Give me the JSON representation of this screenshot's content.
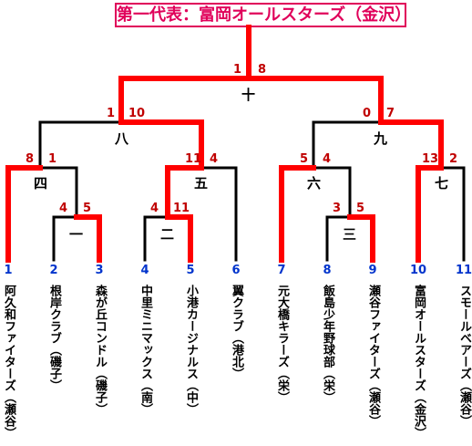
{
  "title": "第一代表：富岡オールスターズ（金沢）",
  "rounds": {
    "r1": "一",
    "r2": "二",
    "r3": "三",
    "q1": "四",
    "q2": "五",
    "q3": "六",
    "q4": "七",
    "s1": "八",
    "s2": "九",
    "final": "十"
  },
  "scores": {
    "m1_a": "4",
    "m1_b": "5",
    "m2_a": "4",
    "m2_b": "11",
    "m3_a": "3",
    "m3_b": "5",
    "m4_a": "8",
    "m4_b": "1",
    "m5_a": "11",
    "m5_b": "4",
    "m6_a": "5",
    "m6_b": "4",
    "m7_a": "13",
    "m7_b": "2",
    "m8_a": "1",
    "m8_b": "10",
    "m9_a": "0",
    "m9_b": "7",
    "m10_a": "1",
    "m10_b": "8"
  },
  "teams": [
    {
      "no": "1",
      "name": "阿久和ファイターズ（瀬谷）"
    },
    {
      "no": "2",
      "name": "根岸クラブ（磯子）"
    },
    {
      "no": "3",
      "name": "森が丘コンドル（磯子）"
    },
    {
      "no": "4",
      "name": "中里ミニマックス（南）"
    },
    {
      "no": "5",
      "name": "小港カージナルス（中）"
    },
    {
      "no": "6",
      "name": "翼クラブ（港北）"
    },
    {
      "no": "7",
      "name": "元大橋キラーズ（栄）"
    },
    {
      "no": "8",
      "name": "飯島少年野球部（栄）"
    },
    {
      "no": "9",
      "name": "瀬谷ファイターズ（瀬谷）"
    },
    {
      "no": "10",
      "name": "富岡オールスターズ（金沢）"
    },
    {
      "no": "11",
      "name": "スモールベアーズ（瀬谷）"
    }
  ]
}
